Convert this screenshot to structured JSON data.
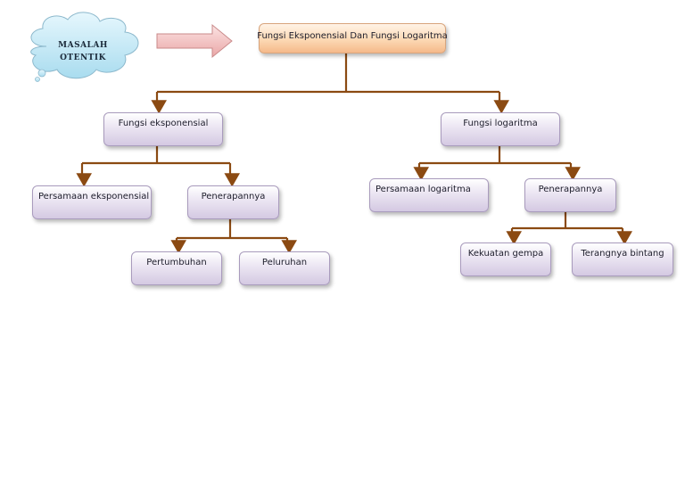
{
  "cloud": {
    "line1": "MASALAH",
    "line2": "OTENTIK"
  },
  "nodes": {
    "root": "Fungsi Eksponensial Dan Fungsi Logaritma",
    "eksponensial": "Fungsi eksponensial",
    "logaritma": "Fungsi logaritma",
    "persamaan_eksponensial": "Persamaan eksponensial",
    "penerapan_eksponensial": "Penerapannya",
    "persamaan_logaritma": "Persamaan logaritma",
    "penerapan_logaritma": "Penerapannya",
    "pertumbuhan": "Pertumbuhan",
    "peluruhan": "Peluruhan",
    "kekuatan_gempa": "Kekuatan gempa",
    "terangnya_bintang": "Terangnya bintang"
  },
  "colors": {
    "connector": "#8b4a12",
    "arrow_fill": "#f4c4c4",
    "cloud_fill": "#bfe6f4"
  }
}
